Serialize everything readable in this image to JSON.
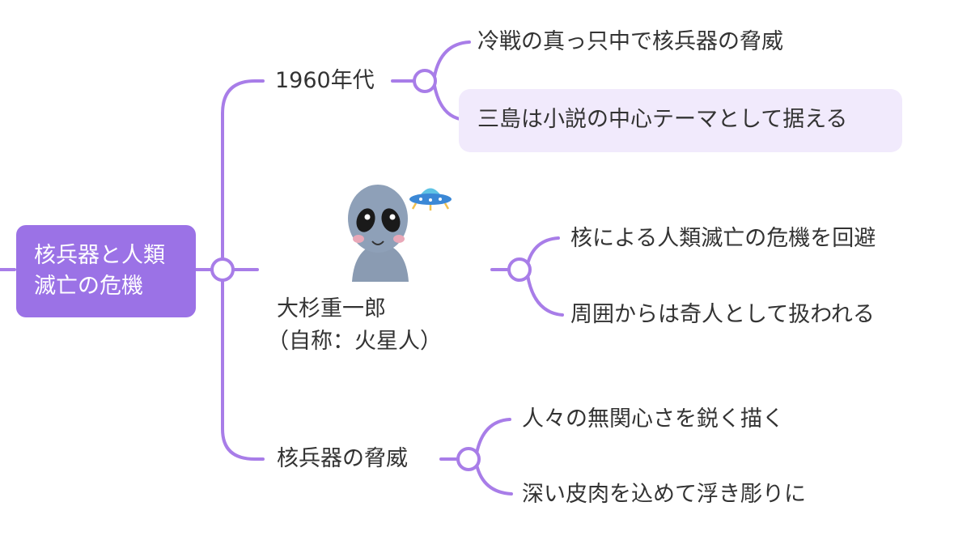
{
  "colors": {
    "branch": "#a87de8",
    "root_fill": "#9b72e6",
    "highlight": "#f1eafc",
    "text": "#333333"
  },
  "root": {
    "line1": "核兵器と人類",
    "line2": "滅亡の危機"
  },
  "branches": [
    {
      "label": "1960年代",
      "children": [
        "冷戦の真っ只中で核兵器の脅威",
        "三島は小説の中心テーマとして据える"
      ]
    },
    {
      "label_line1": "大杉重一郎",
      "label_line2": "（自称：火星人）",
      "image": "alien-with-ufo-illustration",
      "children": [
        "核による人類滅亡の危機を回避",
        "周囲からは奇人として扱われる"
      ]
    },
    {
      "label": "核兵器の脅威",
      "children": [
        "人々の無関心さを鋭く描く",
        "深い皮肉を込めて浮き彫りに"
      ]
    }
  ]
}
